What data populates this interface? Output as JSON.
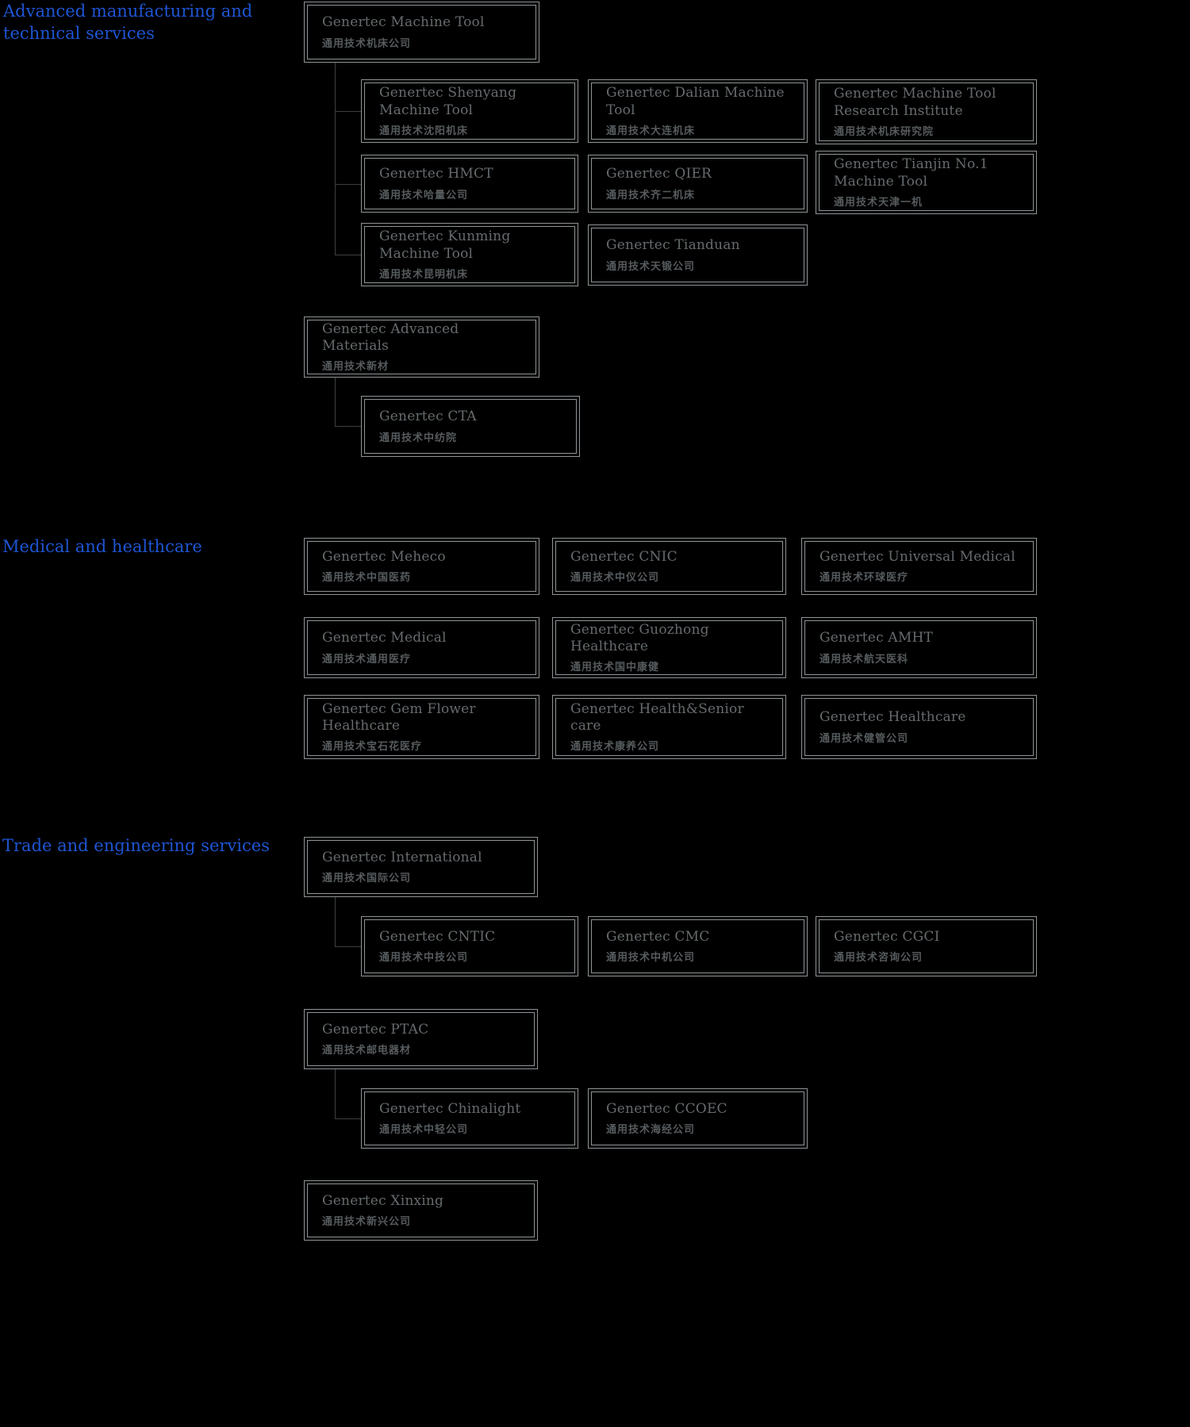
{
  "colors": {
    "background": "#000000",
    "section_label": "#1e55d3",
    "box_border": "#8f9496",
    "name_en": "#666b6e",
    "name_zh": "#565b5e",
    "connector": "#3c3f41"
  },
  "sections": {
    "manufacturing": {
      "label": "Advanced manufacturing and\n technical services"
    },
    "medical": {
      "label": "Medical and healthcare"
    },
    "trade": {
      "label": "Trade and engineering services"
    }
  },
  "nodes": {
    "machine_tool": {
      "en": "Genertec Machine Tool",
      "zh": "通用技术机床公司"
    },
    "shenyang": {
      "en": "Genertec Shenyang Machine Tool",
      "zh": "通用技术沈阳机床"
    },
    "dalian": {
      "en": "Genertec Dalian Machine Tool",
      "zh": "通用技术大连机床"
    },
    "mt_research": {
      "en": "Genertec Machine Tool Research Institute",
      "zh": "通用技术机床研究院"
    },
    "hmct": {
      "en": "Genertec HMCT",
      "zh": "通用技术哈量公司"
    },
    "qier": {
      "en": "Genertec QIER",
      "zh": "通用技术齐二机床"
    },
    "tianjin1": {
      "en": "Genertec Tianjin No.1 Machine Tool",
      "zh": "通用技术天津一机"
    },
    "kunming": {
      "en": "Genertec Kunming Machine Tool",
      "zh": "通用技术昆明机床"
    },
    "tianduan": {
      "en": "Genertec Tianduan",
      "zh": "通用技术天锻公司"
    },
    "adv_materials": {
      "en": "Genertec Advanced Materials",
      "zh": "通用技术新材"
    },
    "cta": {
      "en": "Genertec CTA",
      "zh": "通用技术中纺院"
    },
    "meheco": {
      "en": "Genertec Meheco",
      "zh": "通用技术中国医药"
    },
    "cnic": {
      "en": "Genertec CNIC",
      "zh": "通用技术中仪公司"
    },
    "universal_medical": {
      "en": "Genertec Universal Medical",
      "zh": "通用技术环球医疗"
    },
    "medical_co": {
      "en": "Genertec Medical",
      "zh": "通用技术通用医疗"
    },
    "guozhong": {
      "en": "Genertec Guozhong Healthcare",
      "zh": "通用技术国中康健"
    },
    "amht": {
      "en": "Genertec AMHT",
      "zh": "通用技术航天医科"
    },
    "gem_flower": {
      "en": "Genertec Gem Flower Healthcare",
      "zh": "通用技术宝石花医疗"
    },
    "health_senior": {
      "en": "Genertec Health&Senior care",
      "zh": "通用技术康养公司"
    },
    "healthcare": {
      "en": "Genertec Healthcare",
      "zh": "通用技术健管公司"
    },
    "international": {
      "en": "Genertec International",
      "zh": "通用技术国际公司"
    },
    "cntic": {
      "en": "Genertec CNTIC",
      "zh": "通用技术中技公司"
    },
    "cmc": {
      "en": "Genertec CMC",
      "zh": "通用技术中机公司"
    },
    "cgci": {
      "en": "Genertec CGCI",
      "zh": "通用技术咨询公司"
    },
    "ptac": {
      "en": "Genertec PTAC",
      "zh": "通用技术邮电器材"
    },
    "chinalight": {
      "en": "Genertec Chinalight",
      "zh": "通用技术中轻公司"
    },
    "ccoec": {
      "en": "Genertec CCOEC",
      "zh": "通用技术海经公司"
    },
    "xinxing": {
      "en": "Genertec Xinxing",
      "zh": "通用技术新兴公司"
    }
  }
}
